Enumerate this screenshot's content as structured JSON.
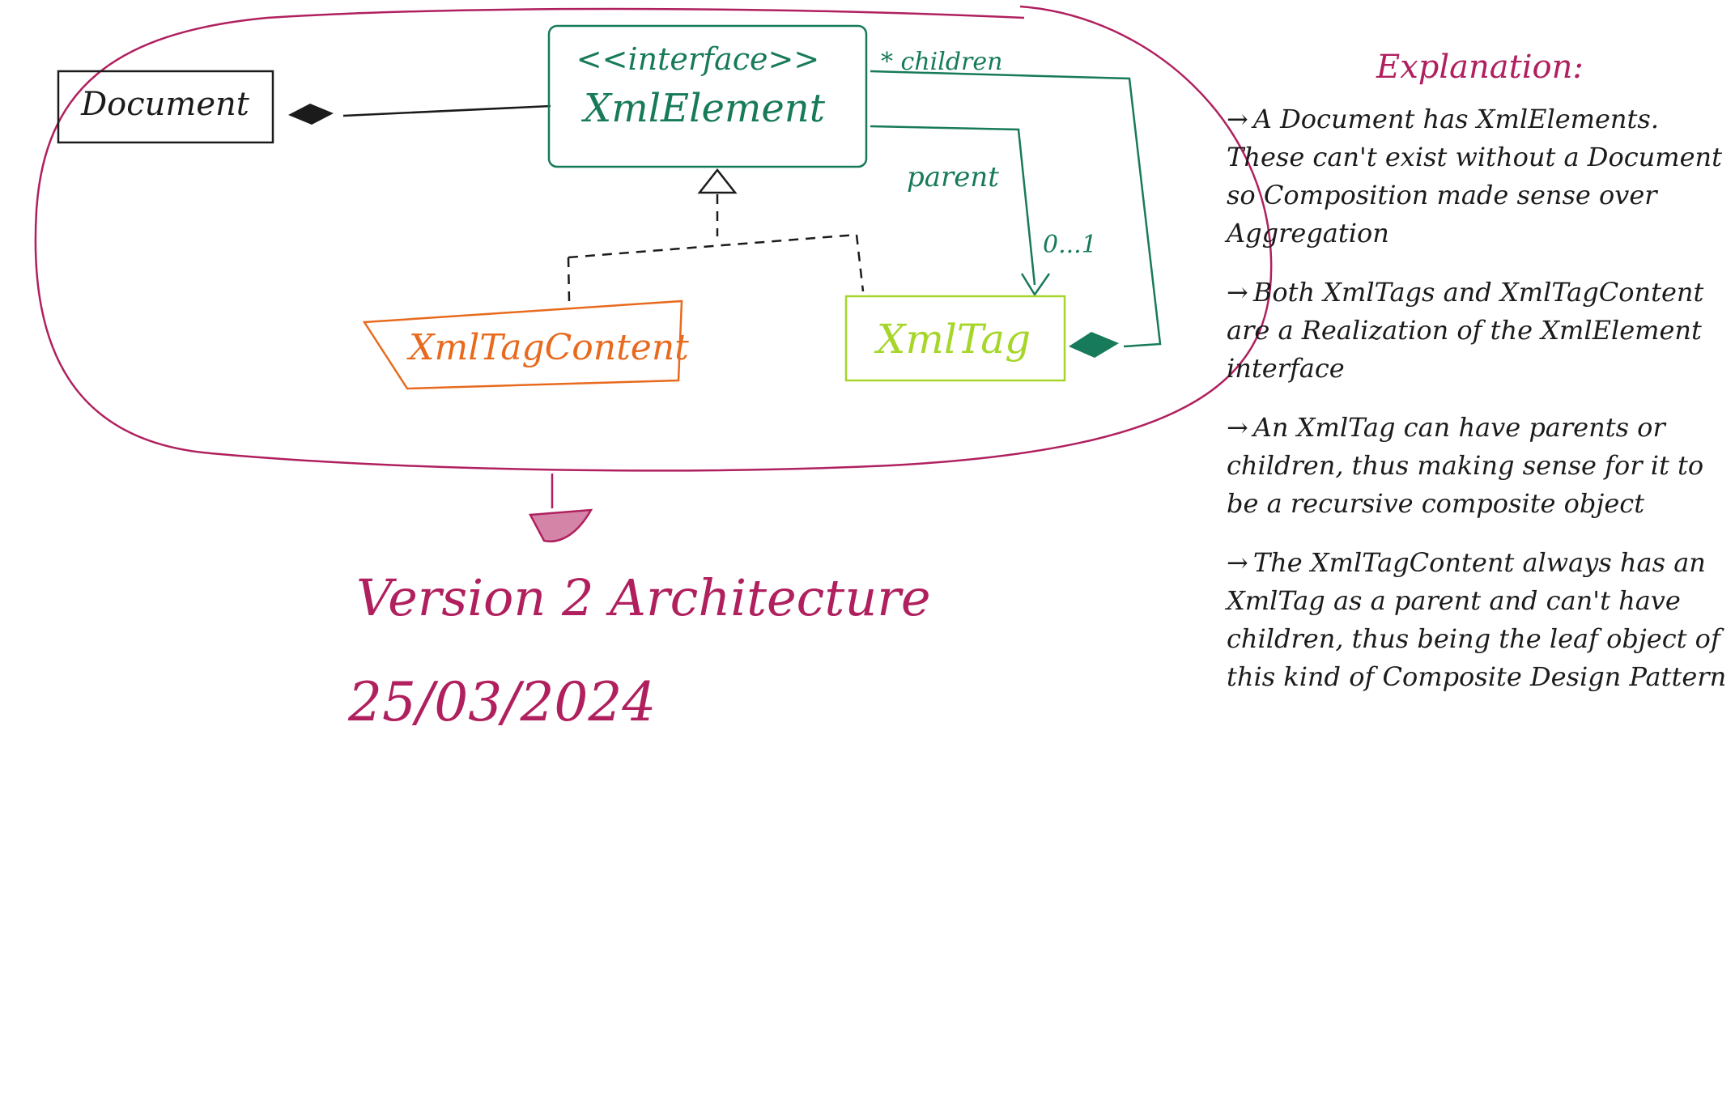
{
  "colors": {
    "ink": "#1b1b1b",
    "interface": "#177a5a",
    "content_class": "#e86a1e",
    "tag_class": "#a6d62a",
    "annotation": "#b0205e"
  },
  "diagram": {
    "document_label": "Document",
    "interface_stereotype": "<<interface>>",
    "interface_name": "XmlElement",
    "children_label": "* children",
    "parent_label": "parent",
    "multiplicity_label": "0...1",
    "content_class_label": "XmlTagContent",
    "tag_class_label": "XmlTag",
    "caption_title": "Version 2 Architecture",
    "caption_date": "25/03/2024"
  },
  "explanation": {
    "title": "Explanation:",
    "items": [
      "A Document has XmlElements. These can't exist without a Document so Composition made sense over Aggregation",
      "Both XmlTags and XmlTagContent are a Realization of the XmlElement interface",
      "An XmlTag can have parents or children, thus making sense for it to be a recursive composite object",
      "The XmlTagContent always has an XmlTag as a parent and can't have children, thus being the leaf object of this kind of Composite Design Pattern"
    ]
  }
}
